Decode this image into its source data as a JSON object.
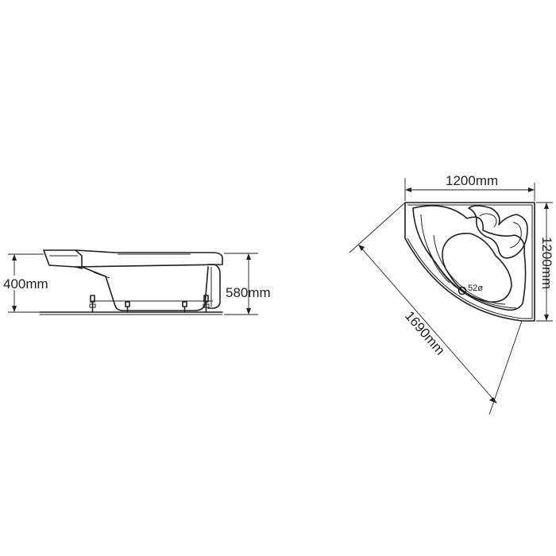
{
  "side_view": {
    "water_depth_label": "400mm",
    "total_height_label": "580mm"
  },
  "top_view": {
    "top_width_label": "1200mm",
    "right_side_label": "1200mm",
    "diagonal_label": "1690mm",
    "drain_label": "52ø"
  }
}
